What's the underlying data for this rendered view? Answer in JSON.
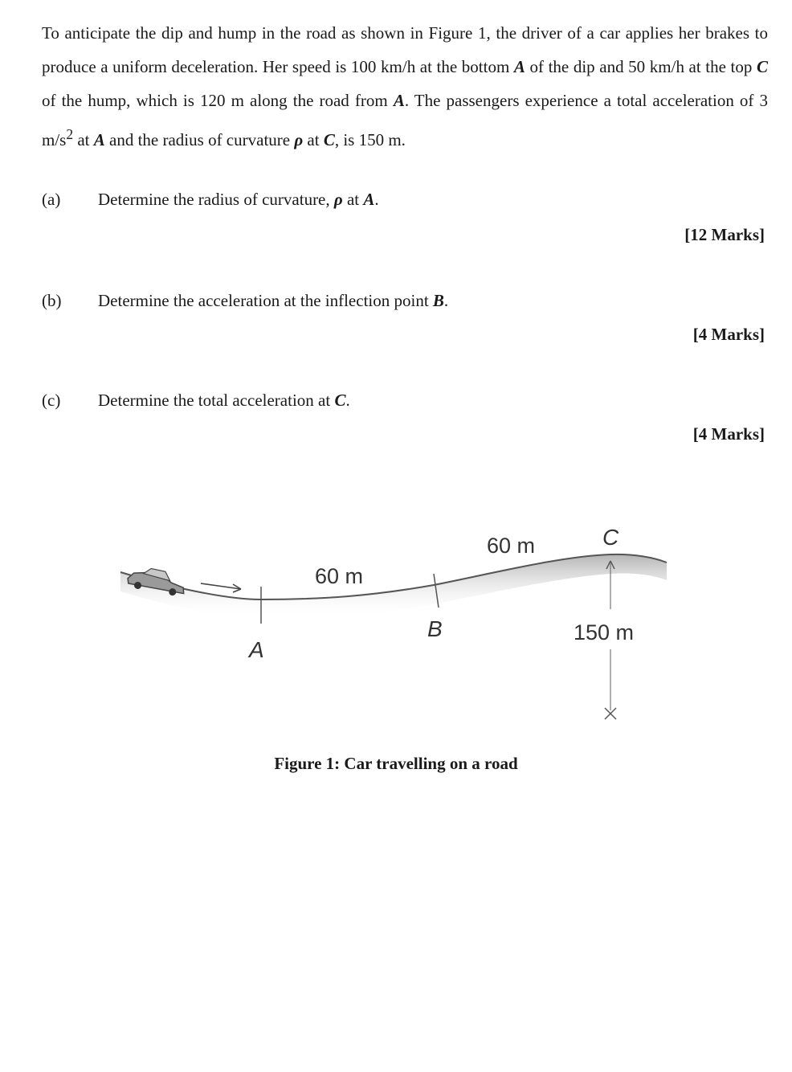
{
  "problem": {
    "intro_parts": [
      "To anticipate the dip and hump in the road as shown in Figure 1, the driver of a car applies her brakes to produce a uniform deceleration. Her speed is 100 km/h at the bottom ",
      "A",
      " of the dip and 50 km/h at the top ",
      "C",
      " of the hump, which is 120 m along the road from ",
      "A",
      ". The passengers experience a total acceleration of 3 m/s",
      "2",
      " at ",
      "A",
      " and the radius of curvature ",
      "ρ",
      " at ",
      "C",
      ", is 150 m."
    ]
  },
  "parts": [
    {
      "label": "(a)",
      "text": "Determine the radius of curvature, ",
      "sym": "ρ",
      "text2": " at ",
      "point": "A",
      "end": ".",
      "marks": "[12 Marks]"
    },
    {
      "label": "(b)",
      "text": "Determine the acceleration at the inflection point ",
      "point": "B",
      "end": ".",
      "marks": "[4 Marks]"
    },
    {
      "label": "(c)",
      "text": "Determine the total acceleration at ",
      "point": "C",
      "end": ".",
      "marks": "[4 Marks]"
    }
  ],
  "figure": {
    "labels": {
      "dist_ab": "60 m",
      "dist_bc": "60 m",
      "radius": "150 m",
      "point_a": "A",
      "point_b": "B",
      "point_c": "C"
    },
    "icons": [
      "car-icon",
      "direction-arrow-icon"
    ],
    "caption": "Figure 1: Car travelling on a road"
  }
}
